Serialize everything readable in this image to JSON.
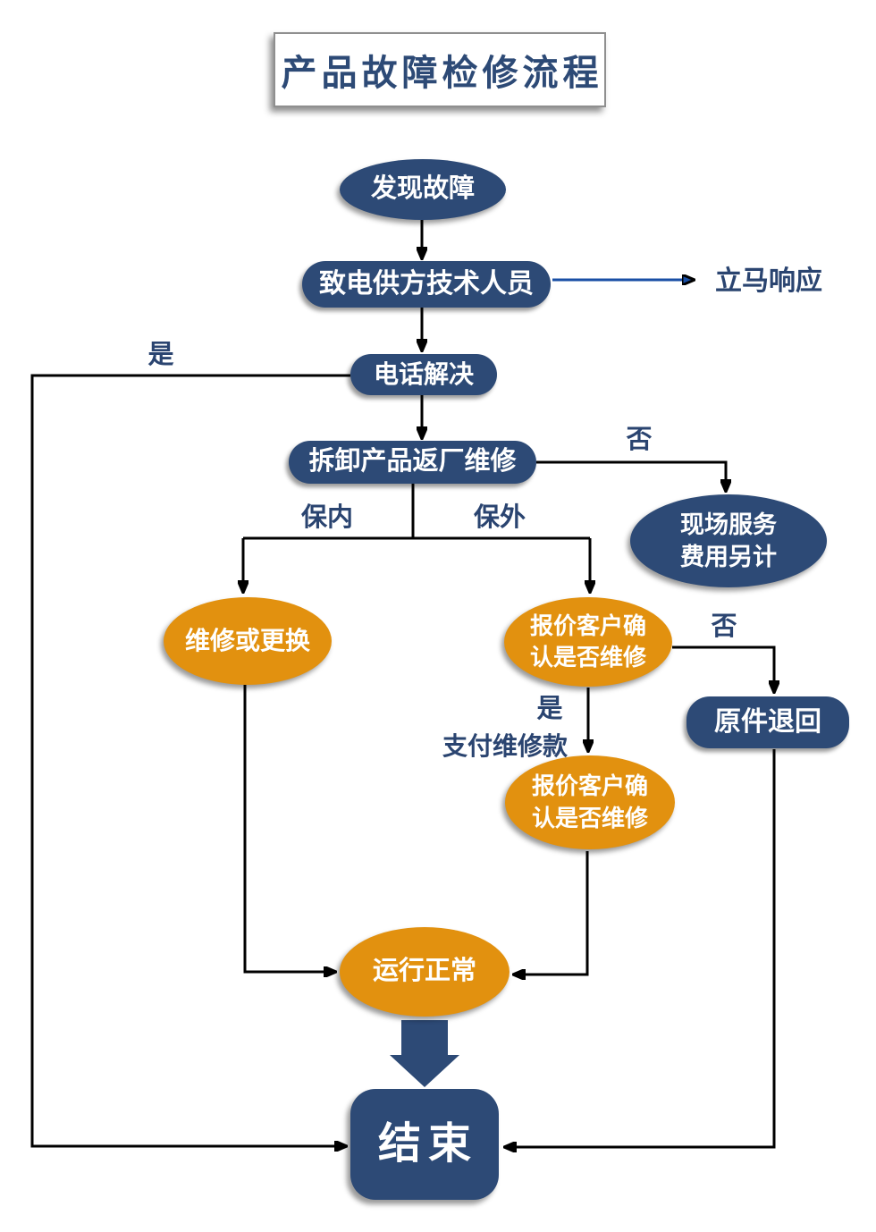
{
  "title": "产品故障检修流程",
  "colors": {
    "navy": "#2d4a76",
    "orange": "#e2910f",
    "line": "#000000",
    "response_arrow": "#1a4fa5",
    "label_text": "#2a4470"
  },
  "nodes": {
    "discover_fault": "发现故障",
    "call_supplier": "致电供方技术人员",
    "phone_solve": "电话解决",
    "return_factory": "拆卸产品返厂维修",
    "onsite_service": "现场服务\n费用另计",
    "repair_or_replace": "维修或更换",
    "quote_confirm_1": "报价客户确\n认是否维修",
    "return_original": "原件退回",
    "quote_confirm_2": "报价客户确\n认是否维修",
    "running_normal": "运行正常",
    "end": "结束"
  },
  "labels": {
    "yes_phone": "是",
    "respond": "立马响应",
    "no_return": "否",
    "in_warranty": "保内",
    "out_warranty": "保外",
    "no_quote": "否",
    "yes_quote": "是",
    "pay_fee": "支付维修款"
  }
}
